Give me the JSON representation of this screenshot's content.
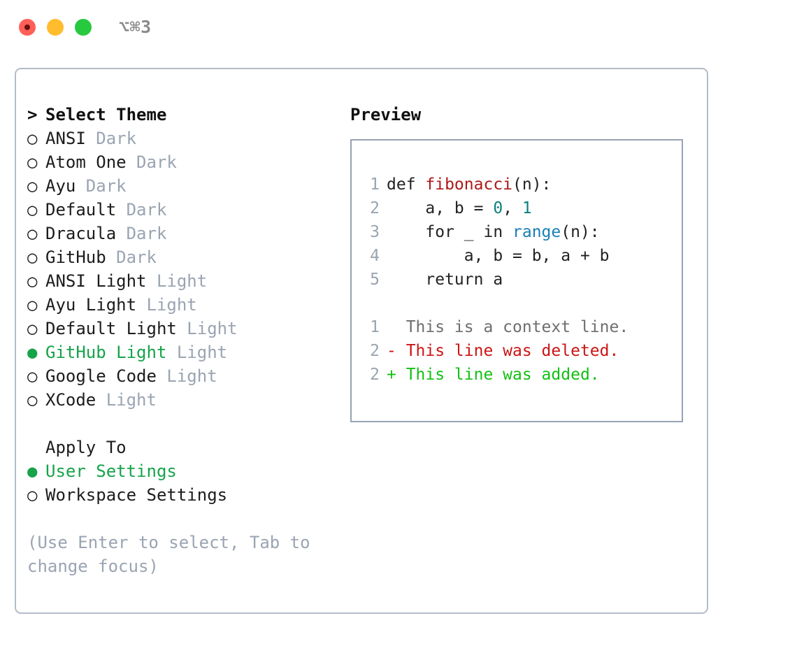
{
  "window": {
    "shortcut": "⌥⌘3",
    "traffic_lights": [
      "close",
      "minimize",
      "maximize"
    ],
    "accent_selected": "#16a34a",
    "border_color": "#b3bcc8"
  },
  "theme_panel": {
    "heading_marker": ">",
    "heading": "Select Theme",
    "marker_unselected": "○",
    "marker_selected": "●",
    "items": [
      {
        "name": "ANSI",
        "category": "Dark",
        "selected": false
      },
      {
        "name": "Atom One",
        "category": "Dark",
        "selected": false
      },
      {
        "name": "Ayu",
        "category": "Dark",
        "selected": false
      },
      {
        "name": "Default",
        "category": "Dark",
        "selected": false
      },
      {
        "name": "Dracula",
        "category": "Dark",
        "selected": false
      },
      {
        "name": "GitHub",
        "category": "Dark",
        "selected": false
      },
      {
        "name": "ANSI Light",
        "category": "Light",
        "selected": false
      },
      {
        "name": "Ayu Light",
        "category": "Light",
        "selected": false
      },
      {
        "name": "Default Light",
        "category": "Light",
        "selected": false
      },
      {
        "name": "GitHub Light",
        "category": "Light",
        "selected": true
      },
      {
        "name": "Google Code",
        "category": "Light",
        "selected": false
      },
      {
        "name": "XCode",
        "category": "Light",
        "selected": false
      }
    ]
  },
  "apply_to": {
    "heading": "Apply To",
    "options": [
      {
        "label": "User Settings",
        "selected": true
      },
      {
        "label": "Workspace Settings",
        "selected": false
      }
    ]
  },
  "hint": "(Use Enter to select, Tab to change focus)",
  "preview": {
    "heading": "Preview",
    "code_lines": [
      {
        "num": "1",
        "segments": [
          {
            "text": "def ",
            "token": "plain"
          },
          {
            "text": "fibonacci",
            "token": "fn"
          },
          {
            "text": "(n):",
            "token": "plain"
          }
        ]
      },
      {
        "num": "2",
        "segments": [
          {
            "text": "    a, b = ",
            "token": "plain"
          },
          {
            "text": "0",
            "token": "num"
          },
          {
            "text": ", ",
            "token": "plain"
          },
          {
            "text": "1",
            "token": "num"
          }
        ]
      },
      {
        "num": "3",
        "segments": [
          {
            "text": "    for _ in ",
            "token": "plain"
          },
          {
            "text": "range",
            "token": "builtin"
          },
          {
            "text": "(n):",
            "token": "plain"
          }
        ]
      },
      {
        "num": "4",
        "segments": [
          {
            "text": "        a, b = b, a + b",
            "token": "plain"
          }
        ]
      },
      {
        "num": "5",
        "segments": [
          {
            "text": "    return a",
            "token": "plain"
          }
        ]
      }
    ],
    "diff_lines": [
      {
        "num": "1",
        "sign": " ",
        "text": " This is a context line.",
        "kind": "context"
      },
      {
        "num": "2",
        "sign": "-",
        "text": " This line was deleted.",
        "kind": "del"
      },
      {
        "num": "2",
        "sign": "+",
        "text": " This line was added.",
        "kind": "add"
      }
    ]
  }
}
